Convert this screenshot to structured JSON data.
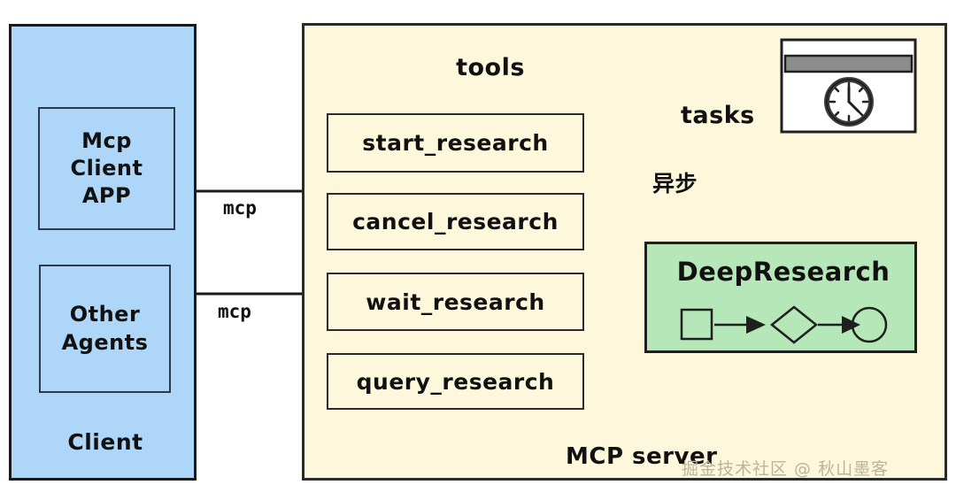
{
  "diagram": {
    "title": "MCP server architecture",
    "colors": {
      "client_fill": "#ADD6F9",
      "server_fill": "#FDF8DC",
      "deepresearch_fill": "#B5E7B8",
      "stroke": "#1a1a1a",
      "watermark": "#b9b4a0"
    },
    "client": {
      "label": "Client",
      "boxes": [
        {
          "label": "Mcp\nClient\nAPP",
          "name": "mcp-client-app"
        },
        {
          "label": "Other\nAgents",
          "name": "other-agents"
        }
      ]
    },
    "connectors": [
      {
        "label": "mcp",
        "from": "mcp-client-app",
        "to": "mcp-server"
      },
      {
        "label": "mcp",
        "from": "other-agents",
        "to": "mcp-server"
      }
    ],
    "server": {
      "label": "MCP server",
      "tools_label": "tools",
      "tools": [
        {
          "label": "start_research"
        },
        {
          "label": "cancel_research"
        },
        {
          "label": "wait_research"
        },
        {
          "label": "query_research"
        }
      ],
      "tasks_label": "tasks",
      "tasks_icon": "clock-card-icon",
      "async_label": "异步",
      "deep_research": {
        "title": "DeepResearch",
        "flow": [
          "square",
          "arrow",
          "diamond",
          "arrow",
          "circle"
        ]
      }
    },
    "watermark": "掘金技术社区 @ 秋山墨客"
  }
}
